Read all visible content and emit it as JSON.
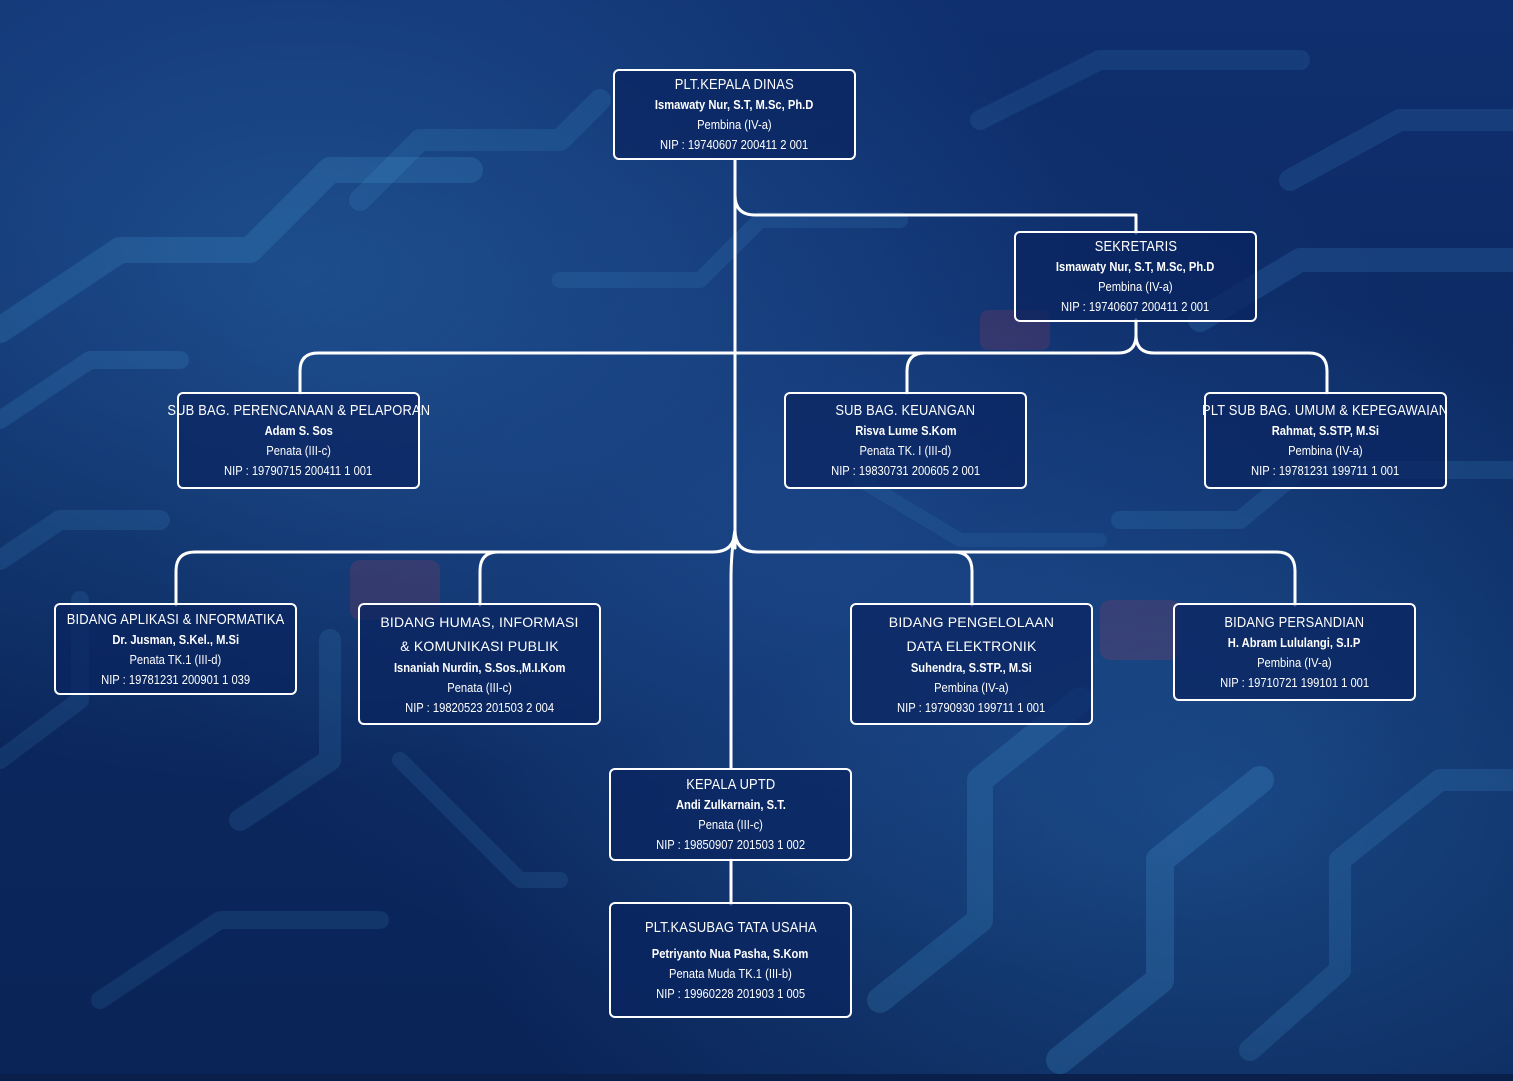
{
  "nodes": {
    "kepala_dinas": {
      "title": "PLT.KEPALA DINAS",
      "name": "Ismawaty Nur, S.T, M.Sc, Ph.D",
      "rank": "Pembina (IV-a)",
      "nip": "NIP : 19740607 200411 2 001"
    },
    "sekretaris": {
      "title": "SEKRETARIS",
      "name": "Ismawaty Nur, S.T, M.Sc, Ph.D",
      "rank": "Pembina (IV-a)",
      "nip": "NIP : 19740607 200411 2 001"
    },
    "sub_perencanaan": {
      "title": "SUB BAG. PERENCANAAN & PELAPORAN",
      "name": "Adam S. Sos",
      "rank": "Penata (III-c)",
      "nip": "NIP : 19790715 200411 1 001"
    },
    "sub_keuangan": {
      "title": "SUB BAG. KEUANGAN",
      "name": "Risva Lume S.Kom",
      "rank": "Penata TK. I (III-d)",
      "nip": "NIP :  19830731 200605 2 001"
    },
    "sub_umum": {
      "title": "PLT SUB BAG. UMUM & KEPEGAWAIAN",
      "name": "Rahmat, S.STP, M.Si",
      "rank": "Pembina (IV-a)",
      "nip": "NIP : 19781231 199711 1 001"
    },
    "bidang_aplikasi": {
      "title": "BIDANG APLIKASI & INFORMATIKA",
      "name": "Dr. Jusman, S.Kel., M.Si",
      "rank": "Penata TK.1 (III-d)",
      "nip": "NIP : 19781231 200901 1 039"
    },
    "bidang_humas": {
      "title": "BIDANG HUMAS, INFORMASI & KOMUNIKASI PUBLIK",
      "name": "Isnaniah Nurdin, S.Sos.,M.I.Kom",
      "rank": "Penata (III-c)",
      "nip": "NIP : 19820523 201503 2 004"
    },
    "bidang_data": {
      "title": "BIDANG PENGELOLAAN DATA ELEKTRONIK",
      "name": "Suhendra, S.STP., M.Si",
      "rank": "Pembina (IV-a)",
      "nip": "NIP : 19790930 199711 1 001"
    },
    "bidang_persandian": {
      "title": "BIDANG PERSANDIAN",
      "name": "H. Abram Lululangi, S.I.P",
      "rank": "Pembina (IV-a)",
      "nip": "NIP : 19710721 199101 1 001"
    },
    "kepala_uptd": {
      "title": "KEPALA UPTD",
      "name": "Andi Zulkarnain, S.T.",
      "rank": "Penata (III-c)",
      "nip": "NIP : 19850907 201503 1 002"
    },
    "kasubag_tu": {
      "title": "PLT.KASUBAG TATA USAHA",
      "name": "Petriyanto Nua Pasha, S.Kom",
      "rank": "Penata Muda TK.1 (III-b)",
      "nip": "NIP : 19960228 201903 1 005"
    }
  },
  "colors": {
    "background": "#0d2a66",
    "line": "#ffffff",
    "text": "#ffffff"
  }
}
